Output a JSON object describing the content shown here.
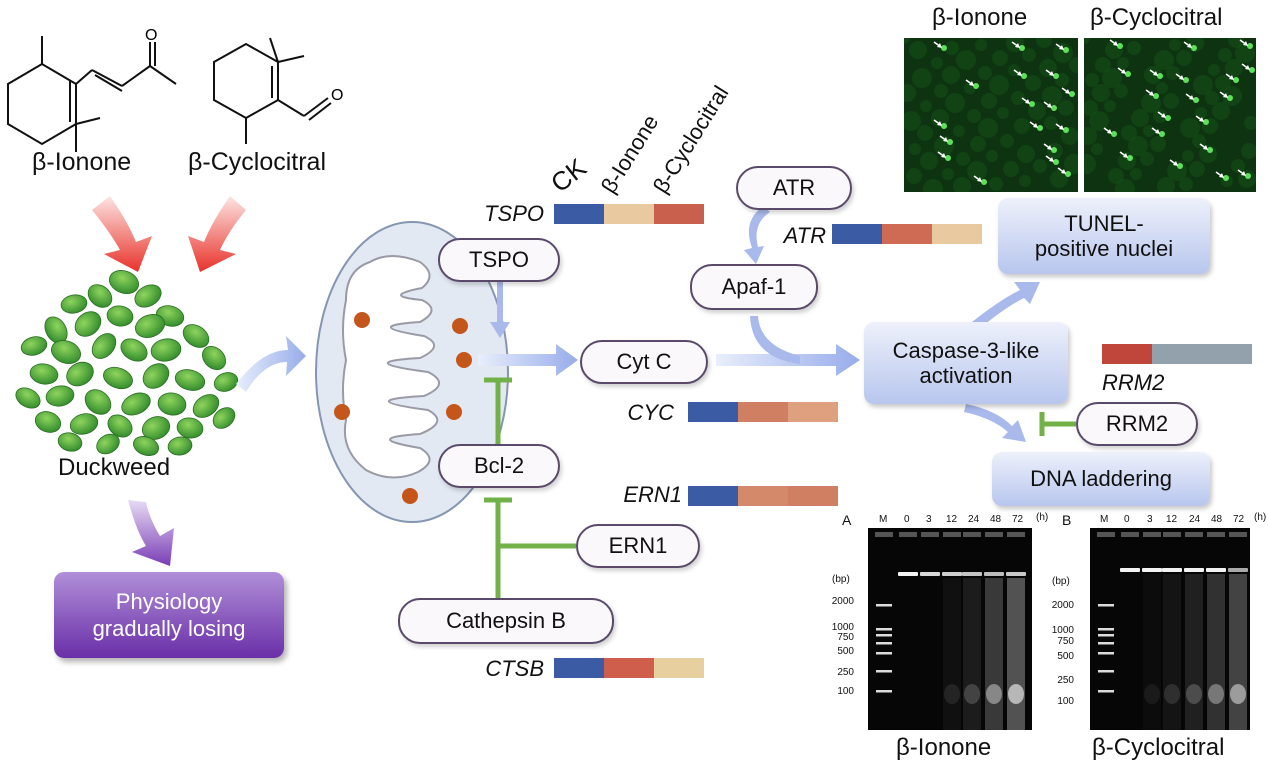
{
  "compounds": {
    "ionone_label": "β-Ionone",
    "cyclocitral_label": "β-Cyclocitral",
    "ionone_o": "O",
    "cyclocitral_o": "O"
  },
  "plant": {
    "label": "Duckweed"
  },
  "physiology": {
    "line1": "Physiology",
    "line2": "gradually losing"
  },
  "legend": {
    "ck": "CK",
    "ionone": "β-Ionone",
    "cyclocitral": "β-Cyclocitral"
  },
  "proteins": {
    "tspo": "TSPO",
    "bcl2": "Bcl-2",
    "cathepsin": "Cathepsin B",
    "ern1": "ERN1",
    "cytc": "Cyt C",
    "atr": "ATR",
    "apaf": "Apaf-1",
    "rrm2": "RRM2"
  },
  "genes": {
    "tspo": "TSPO",
    "atr": "ATR",
    "cyc": "CYC",
    "ern1": "ERN1",
    "ctsb": "CTSB",
    "rrm2": "RRM2"
  },
  "outcomes": {
    "caspase_line1": "Caspase-3-like",
    "caspase_line2": "activation",
    "tunel_line1": "TUNEL-",
    "tunel_line2": "positive nuclei",
    "dna": "DNA laddering"
  },
  "expression_colors": {
    "tspo": [
      "#3b5ba5",
      "#e8c9a0",
      "#c9604e"
    ],
    "atr": [
      "#3b5ba5",
      "#cf6a55",
      "#e8c9a0"
    ],
    "cyc": [
      "#3b5ba5",
      "#d07f63",
      "#dea07e"
    ],
    "ern1": [
      "#3b5ba5",
      "#d5896b",
      "#d07f63"
    ],
    "ctsb": [
      "#3b5ba5",
      "#cf5e4c",
      "#e8cfa0"
    ],
    "rrm2": [
      "#c0463b",
      "#93a1ad",
      "#93a1ad"
    ]
  },
  "micrographs": {
    "ionone_title": "β-Ionone",
    "cyclocitral_title": "β-Cyclocitral"
  },
  "gels": {
    "panel_a": "A",
    "panel_b": "B",
    "lane_m": "M",
    "timepoints": [
      "0",
      "3",
      "12",
      "24",
      "48",
      "72"
    ],
    "unit_h": "(h)",
    "unit_bp": "(bp)",
    "ladder": [
      "2000",
      "1000",
      "750",
      "500",
      "250",
      "100"
    ],
    "ionone_caption": "β-Ionone",
    "cyclocitral_caption": "β-Cyclocitral"
  },
  "colors": {
    "pathway_arrow": "#a9b9ec",
    "inhibition": "#72b048",
    "induction_arrow": "#e8322a",
    "mito_fill": "#e3e9f3",
    "dot": "#c4561c"
  }
}
